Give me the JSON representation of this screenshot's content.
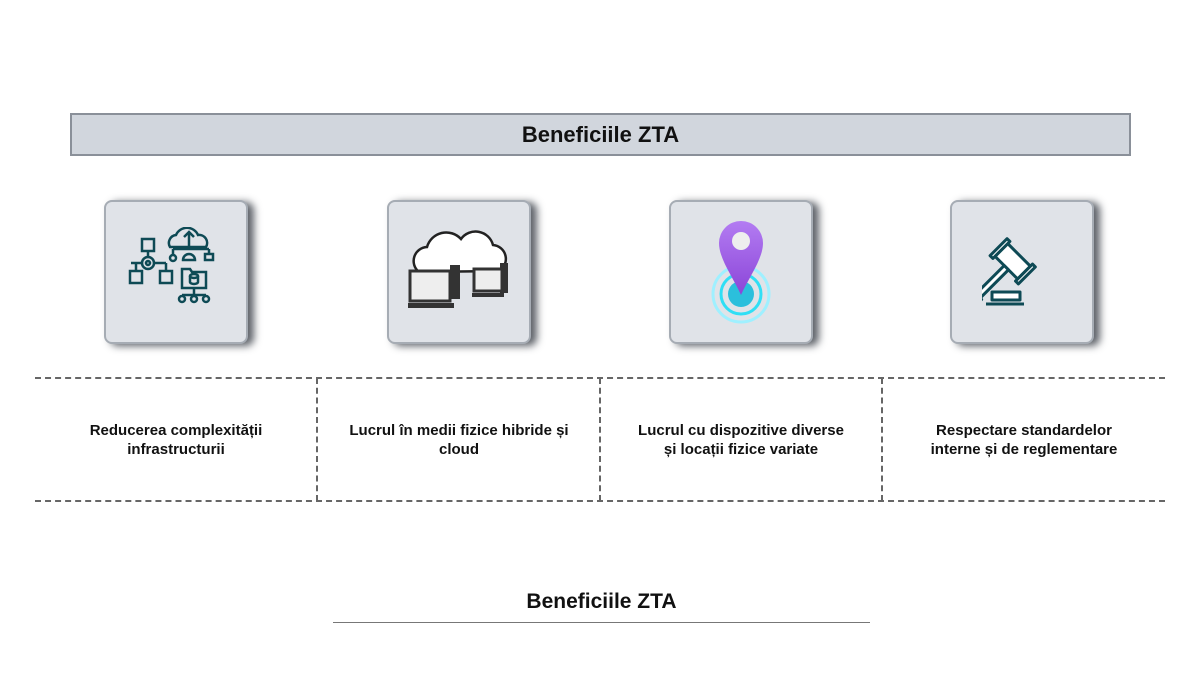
{
  "header": {
    "title": "Beneficiile ZTA"
  },
  "items": [
    {
      "icon": "infrastructure-network-icon",
      "label": "Reducerea complexității infrastructurii"
    },
    {
      "icon": "cloud-computers-icon",
      "label": "Lucrul în medii fizice hibride și cloud"
    },
    {
      "icon": "location-pin-icon",
      "label": "Lucrul cu dispozitive diverse și locații fizice variate"
    },
    {
      "icon": "gavel-icon",
      "label": "Respectare standardelor interne și de reglementare"
    }
  ],
  "footer": {
    "title": "Beneficiile ZTA"
  },
  "colors": {
    "icon_teal": "#0e4a55",
    "pin_purple": "#a46ae8",
    "pin_cyan": "#2bbfdc",
    "bar_fill": "#d1d6dd"
  }
}
